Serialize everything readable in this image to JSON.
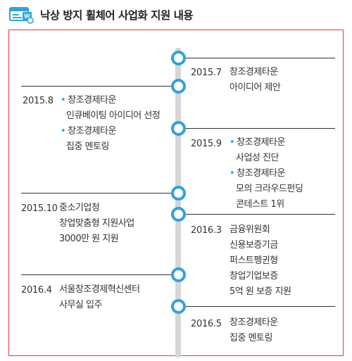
{
  "header": {
    "title": "낙상 방지 휠체어 사업화 지원 내용",
    "icon": "card-icon",
    "icon_color": "#2fa2de"
  },
  "colors": {
    "frame": "#e23b3b",
    "node": "#2fa2de",
    "spine": "#d6d6d6"
  },
  "events": [
    {
      "date": "2015.7",
      "lines": [
        "창조경제타운",
        "아이디어 제안"
      ]
    },
    {
      "date": "2015.8",
      "lines": [
        "• 창조경제타운",
        "인큐베이팅 아이디어 선정",
        "• 창조경제타운",
        "집중 멘토링"
      ]
    },
    {
      "date": "2015.9",
      "lines": [
        "• 창조경제타운",
        "사업성 진단",
        "• 창조경제타운",
        "모의 크라우드펀딩",
        "콘테스트 1위"
      ]
    },
    {
      "date": "2015.10",
      "lines": [
        "중소기업청",
        "창업맞춤형 지원사업",
        "3000만 원 지원"
      ]
    },
    {
      "date": "2016.3",
      "lines": [
        "금융위원회",
        "신용보증기금",
        "퍼스트펭귄형",
        "창업기업보증",
        "5억 원 보증 지원"
      ]
    },
    {
      "date": "2016.4",
      "lines": [
        "서울창조경제혁신센터",
        "사무실 입주"
      ]
    },
    {
      "date": "2016.5",
      "lines": [
        "창조경제타운",
        "집중 멘토링"
      ]
    }
  ]
}
